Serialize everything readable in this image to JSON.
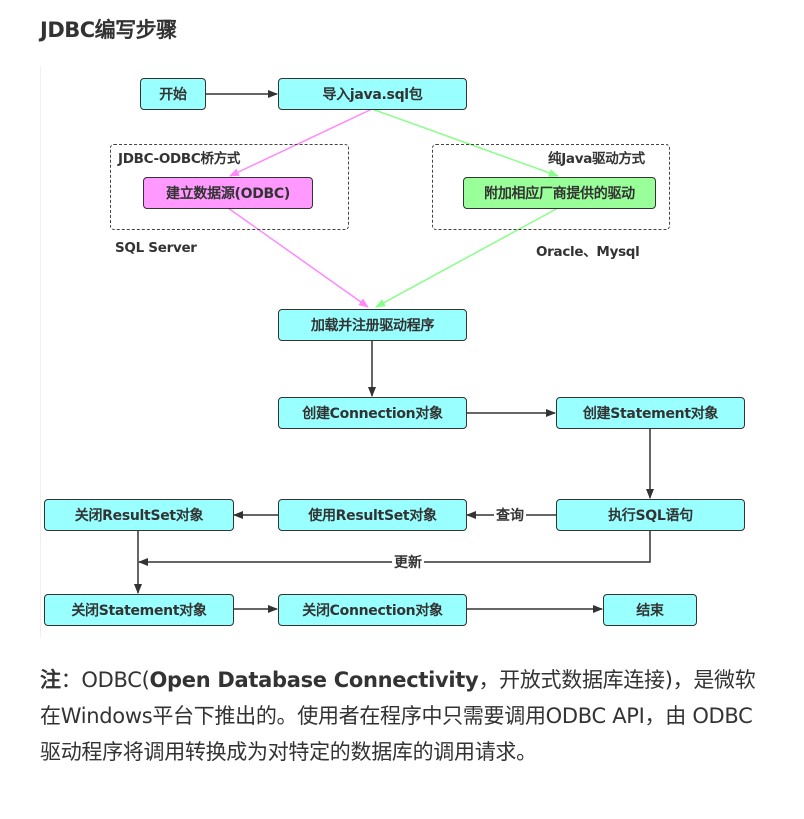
{
  "title": "JDBC编写步骤",
  "diagram": {
    "nodes": {
      "start": "开始",
      "import": "导入java.sql包",
      "odbc_source": "建立数据源(ODBC)",
      "vendor_driver": "附加相应厂商提供的驱动",
      "load_driver": "加载并注册驱动程序",
      "create_connection": "创建Connection对象",
      "create_statement": "创建Statement对象",
      "execute_sql": "执行SQL语句",
      "use_resultset": "使用ResultSet对象",
      "close_resultset": "关闭ResultSet对象",
      "close_statement": "关闭Statement对象",
      "close_connection": "关闭Connection对象",
      "end": "结束"
    },
    "groups": {
      "bridge": "JDBC-ODBC桥方式",
      "pure_java": "纯Java驱动方式"
    },
    "captions": {
      "bridge_db": "SQL Server",
      "pure_java_db": "Oracle、Mysql"
    },
    "edge_labels": {
      "query": "查询",
      "update": "更新"
    },
    "colors": {
      "node_fill": "#99ffff",
      "bridge_fill": "#ff99ff",
      "pure_java_fill": "#99ff99",
      "bridge_line": "#ff88ff",
      "pure_java_line": "#88ff88",
      "line": "#333333"
    }
  },
  "note": {
    "label": "注",
    "colon": "：",
    "prefix": "ODBC(",
    "full_name": "Open Database Connectivity",
    "suffix": "，开放式数据库连接)，是微软在Windows平台下推出的。使用者在程序中只需要调用ODBC API，由 ODBC 驱动程序将调用转换成为对特定的数据库的调用请求。"
  }
}
